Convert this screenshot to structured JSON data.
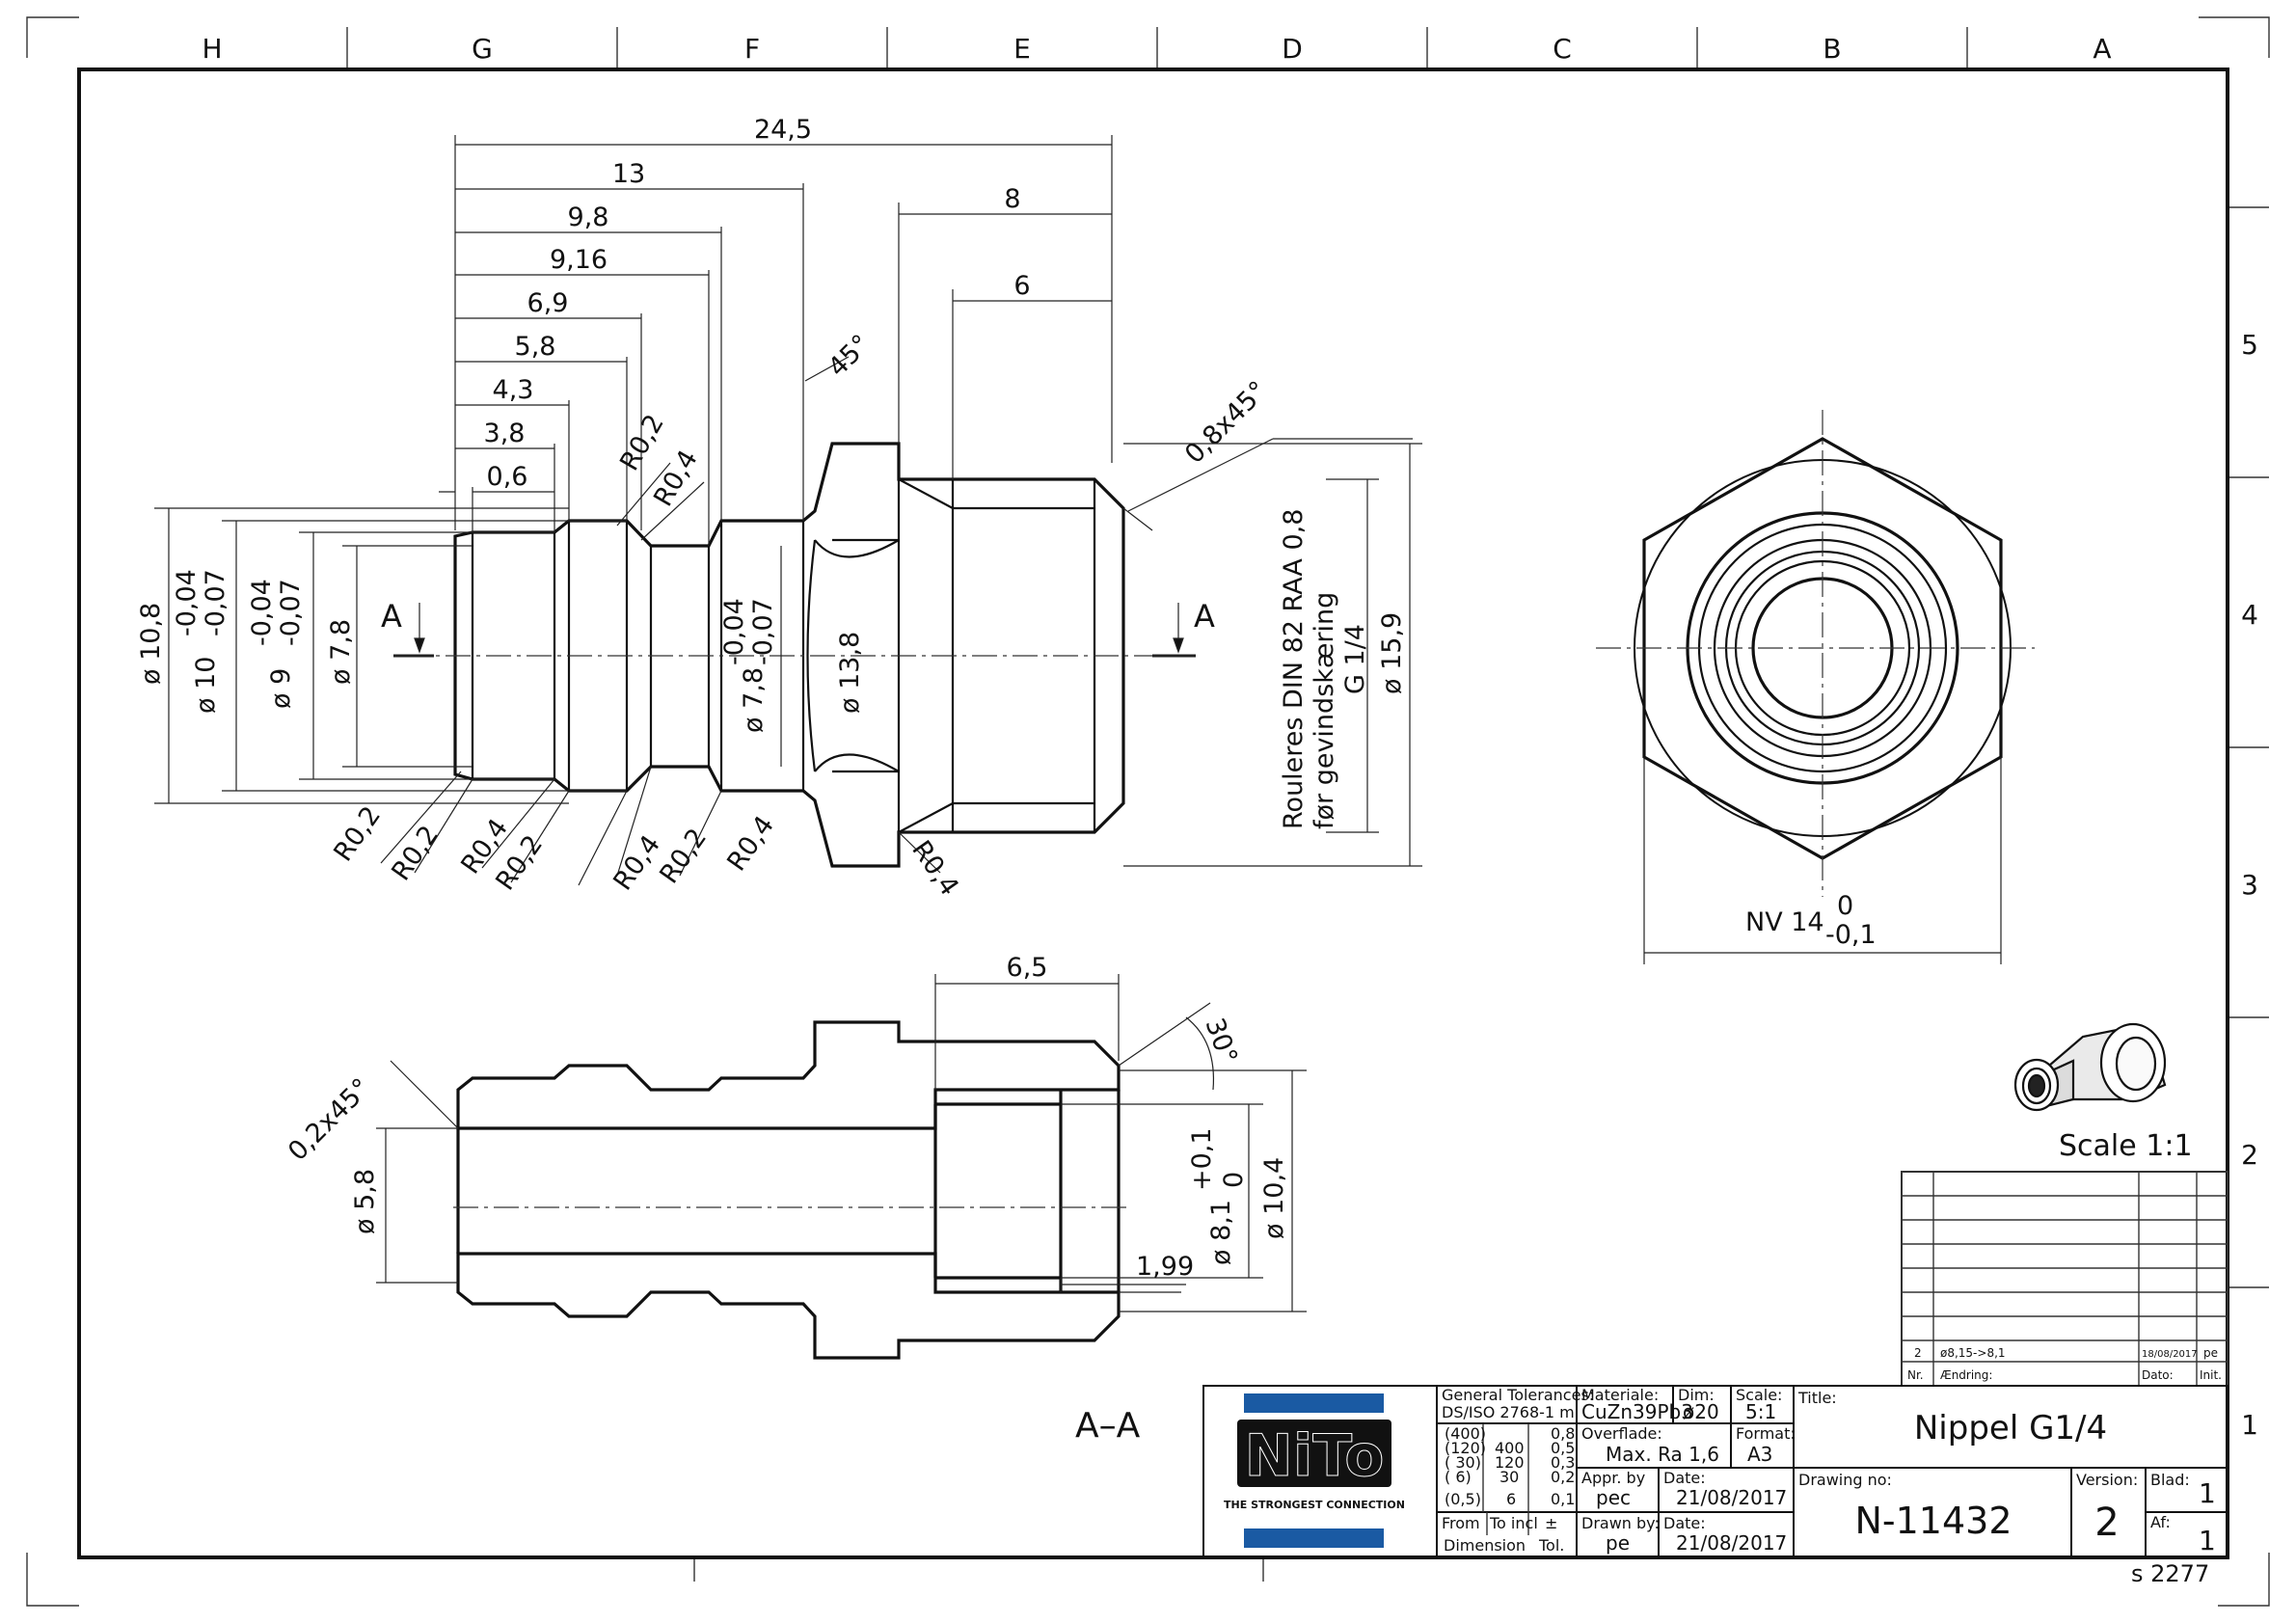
{
  "zones": {
    "columns": [
      "H",
      "G",
      "F",
      "E",
      "D",
      "C",
      "B",
      "A"
    ],
    "rows": [
      "5",
      "4",
      "3",
      "2",
      "1"
    ]
  },
  "top_view": {
    "length_dims": [
      "24,5",
      "13",
      "9,8",
      "9,16",
      "6,9",
      "5,8",
      "4,3",
      "3,8",
      "0,6",
      "8",
      "6"
    ],
    "chamfer_45": "45°",
    "chamfer_08": "0,8x45°",
    "radius_upper": [
      "R0,2",
      "R0,4"
    ],
    "radius_lower": [
      "R0,2",
      "R0,2",
      "R0,4",
      "R0,2",
      "R0,4",
      "R0,2",
      "R0,4",
      "R0,4"
    ],
    "diameters": {
      "d108": "ø 10,8",
      "d10": "ø 10",
      "d10_tol_up": "-0,04",
      "d10_tol_lo": "-0,07",
      "d9": "ø 9",
      "d9_tol_up": "-0,04",
      "d9_tol_lo": "-0,07",
      "d78": "ø 7,8",
      "d78b": "ø 7,8",
      "d78b_tol_up": "-0,04",
      "d78b_tol_lo": "-0,07",
      "d138": "ø 13,8",
      "d159": "ø 15,9"
    },
    "section_marker": "A",
    "thread_note": [
      "Rouleres DIN 82 RAA 0,8",
      "før gevindskæring",
      "G 1/4"
    ]
  },
  "end_view": {
    "nv_label": "NV 14",
    "nv_tol_up": "0",
    "nv_tol_lo": "-0,1"
  },
  "section_view": {
    "label": "A–A",
    "dim_65": "6,5",
    "angle_30": "30°",
    "chamfer_02": "0,2x45°",
    "d58": "ø 5,8",
    "d81": "ø 8,1",
    "d81_tol_up": "+0,1",
    "d81_tol_lo": "0",
    "d104": "ø 10,4",
    "dim_199": "1,99"
  },
  "iso_view": {
    "scale_label": "Scale 1:1"
  },
  "revision_table": {
    "row": {
      "nr": "2",
      "change": "ø8,15->8,1",
      "date": "18/08/2017",
      "init": "pe"
    },
    "headers": {
      "nr": "Nr.",
      "change": "Ændring:",
      "date": "Dato:",
      "init": "Init."
    }
  },
  "title_block": {
    "logo_text": "NiTo",
    "logo_tagline": "THE STRONGEST CONNECTION",
    "general_tol_label": "General Tolerances:",
    "general_tol_std": "DS/ISO 2768-1 m",
    "tol_rows": [
      [
        "(400)",
        "",
        "0,8"
      ],
      [
        "(120)",
        "400",
        "0,5"
      ],
      [
        "( 30)",
        "120",
        "0,3"
      ],
      [
        "(  6)",
        "30",
        "0,2"
      ],
      [
        "(0,5)",
        "6",
        "0,1"
      ]
    ],
    "tol_headers": [
      "From",
      "To incl",
      "±"
    ],
    "tol_footer": [
      "Dimension",
      "Tol."
    ],
    "material_label": "Materiale:",
    "material_value": "CuZn39Pb3",
    "dim_label": "Dim:",
    "dim_value": "ø20",
    "scale_label": "Scale:",
    "scale_value": "5:1",
    "surface_label": "Overflade:",
    "surface_value": "Max. Ra 1,6",
    "format_label": "Format:",
    "format_value": "A3",
    "appr_label": "Appr. by",
    "appr_value": "pec",
    "appr_date_label": "Date:",
    "appr_date": "21/08/2017",
    "drawn_label": "Drawn by:",
    "drawn_value": "pe",
    "drawn_date_label": "Date:",
    "drawn_date": "21/08/2017",
    "title_label": "Title:",
    "title_value": "Nippel G1/4",
    "drawing_no_label": "Drawing no:",
    "drawing_no_value": "N-11432",
    "version_label": "Version:",
    "version_value": "2",
    "sheet_label": "Blad:",
    "sheet_value": "1",
    "of_label": "Af:",
    "of_value": "1"
  },
  "corner_code": "s 2277"
}
